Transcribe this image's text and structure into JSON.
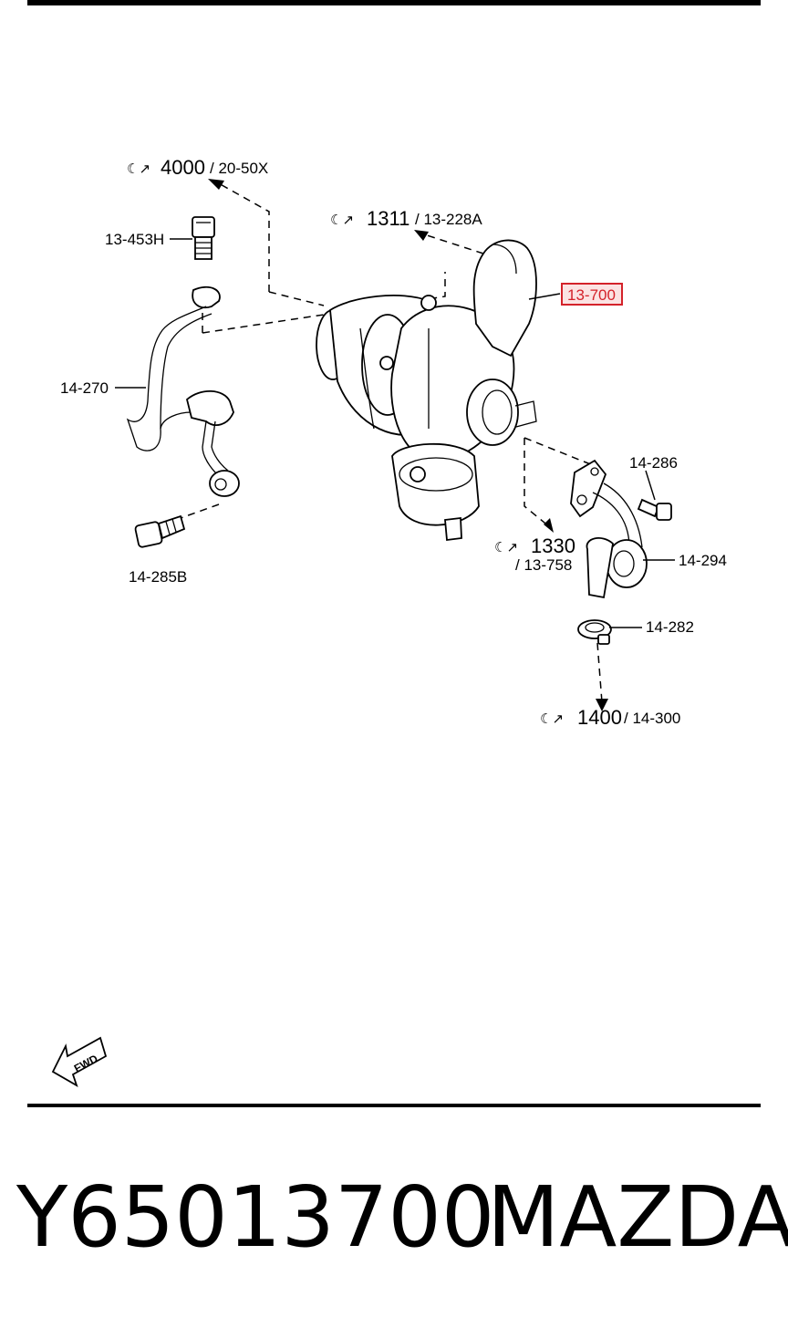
{
  "callouts": {
    "13_453H": "13-453H",
    "14_270": "14-270",
    "14_285B": "14-285B",
    "14_286": "14-286",
    "14_294": "14-294",
    "14_282": "14-282",
    "13_700": "13-700"
  },
  "refs": [
    {
      "id": "ref-4000",
      "icon": "☾↗",
      "big": "4000",
      "small": "/ 20-50X"
    },
    {
      "id": "ref-1311",
      "icon": "☾↗",
      "big": "1311",
      "small": "/ 13-228A"
    },
    {
      "id": "ref-1330",
      "icon": "☾↗",
      "big": "1330",
      "small": "/ 13-758"
    },
    {
      "id": "ref-1400",
      "icon": "☾↗",
      "big": "1400",
      "small": "/ 14-300"
    }
  ],
  "fwd_label": "FWD",
  "footer": {
    "part_number": "Y65013700",
    "brand": "MAZDA"
  },
  "colors": {
    "highlight": "#d4222a",
    "highlight_fill": "#fbe3e3",
    "ink": "#000000"
  }
}
